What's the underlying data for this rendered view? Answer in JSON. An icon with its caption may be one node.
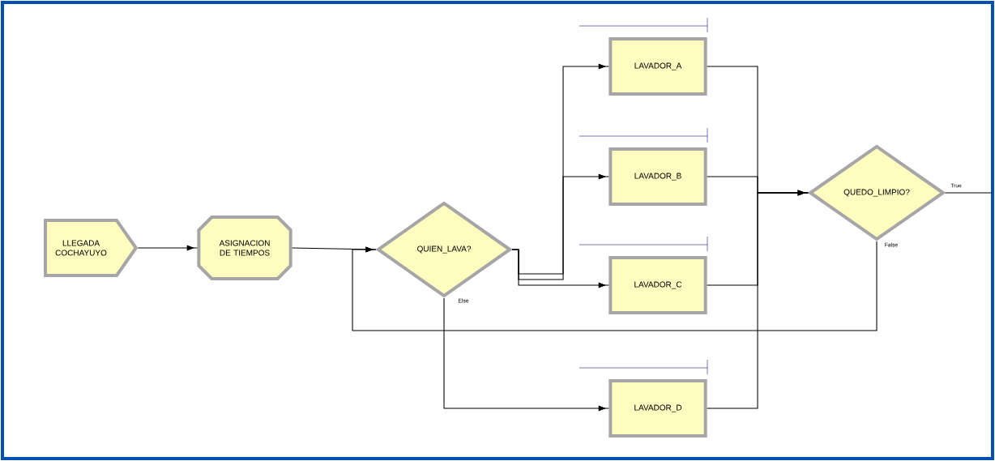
{
  "diagram": {
    "nodes": [
      {
        "text": [
          "LLEGADA COCHAYUYO"
        ]
      },
      {
        "text": [
          "ASIGNACION DE TIEMPOS"
        ]
      },
      {
        "text": [
          "QUIEN_LAVA?"
        ]
      },
      {
        "text": [
          "LAVADOR_A"
        ]
      },
      {
        "text": [
          "LAVADOR_B"
        ]
      },
      {
        "text": [
          "LAVADOR_C"
        ]
      },
      {
        "text": [
          "LAVADOR_D"
        ]
      },
      {
        "text": [
          "QUEDO_LIMPIO?"
        ]
      }
    ],
    "edges": [
      {
        "from": 0,
        "to": 1,
        "arrow": "to"
      },
      {
        "from": 1,
        "to": 2,
        "arrow": "to"
      },
      {
        "from": 2,
        "to": 3,
        "arrow": "to"
      },
      {
        "from": 2,
        "to": 4,
        "arrow": "to"
      },
      {
        "from": 2,
        "to": 5,
        "arrow": "to"
      },
      {
        "from": 2,
        "to": 6,
        "arrow": "to",
        "label": "Else"
      },
      {
        "from": 3,
        "to": 7,
        "arrow": "to"
      },
      {
        "from": 4,
        "to": 7,
        "arrow": "to"
      },
      {
        "from": 5,
        "to": 7,
        "arrow": "to"
      },
      {
        "from": 6,
        "to": 7,
        "arrow": "to"
      },
      {
        "from": 7,
        "to": null,
        "arrow": "none",
        "label": "True"
      },
      {
        "from": 7,
        "to": 2,
        "arrow": "to",
        "label": "False"
      }
    ]
  }
}
